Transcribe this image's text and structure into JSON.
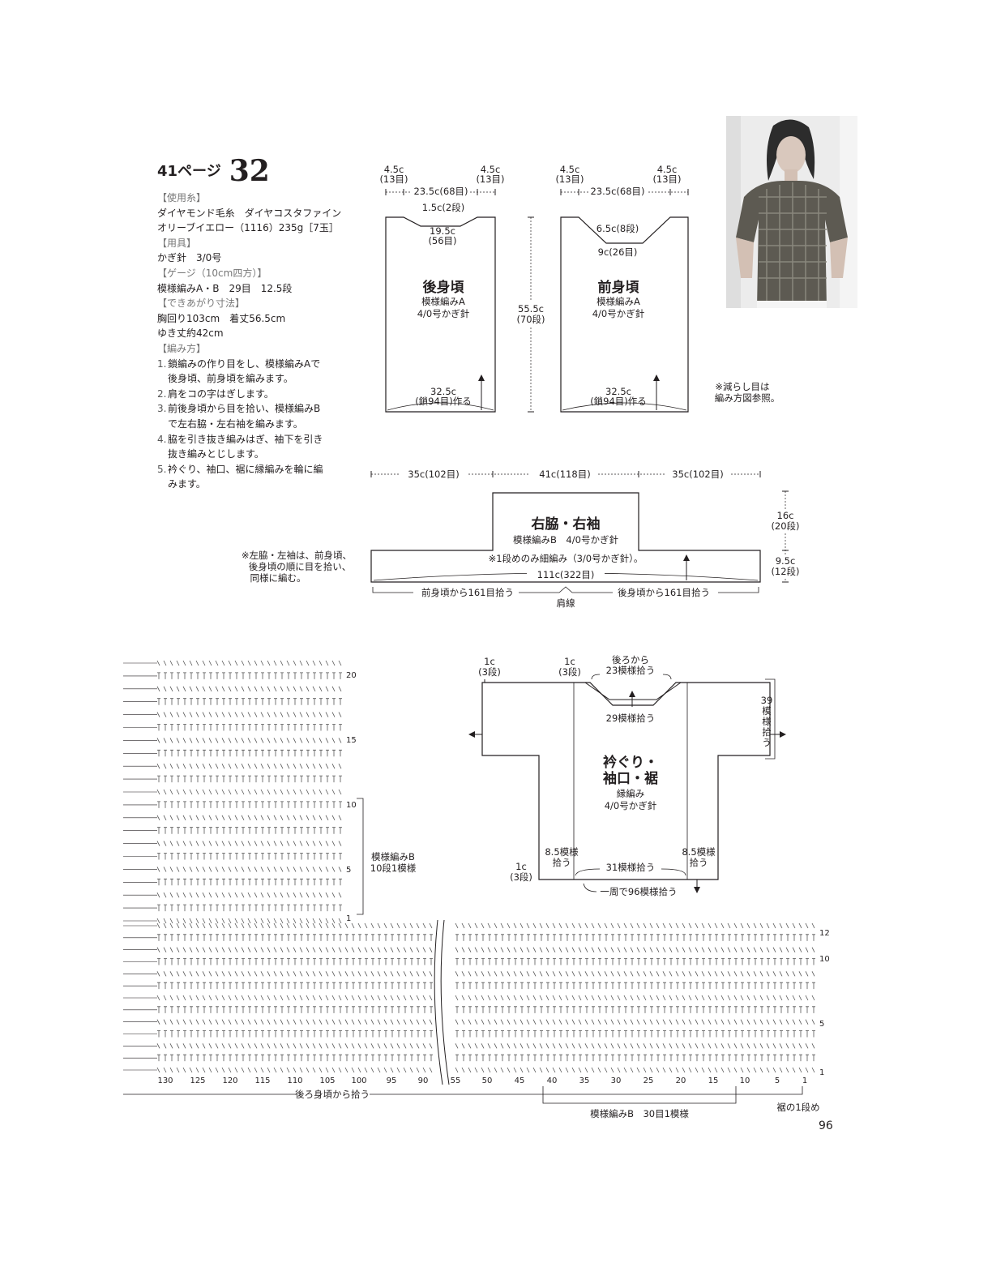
{
  "header": {
    "page_ref": "41ページ",
    "pattern_no": "32"
  },
  "info": {
    "yarn_h": "【使用糸】",
    "yarn_1": "ダイヤモンド毛糸　ダイヤコスタファイン",
    "yarn_2": "オリーブイエロー（1116）235g［7玉］",
    "tools_h": "【用具】",
    "tools_1": "かぎ針　3/0号",
    "gauge_h": "【ゲージ（10cm四方）】",
    "gauge_1": "模様編みA・B　29目　12.5段",
    "size_h": "【できあがり寸法】",
    "size_1": "胸回り103cm　着丈56.5cm",
    "size_2": "ゆき丈約42cm",
    "method_h": "【編み方】",
    "steps": [
      {
        "n": "1.",
        "l1": "鎖編みの作り目をし、模様編みAで",
        "l2": "後身頃、前身頃を編みます。"
      },
      {
        "n": "2.",
        "l1": "肩をコの字はぎします。",
        "l2": ""
      },
      {
        "n": "3.",
        "l1": "前後身頃から目を拾い、模様編みB",
        "l2": "で左右脇・左右袖を編みます。"
      },
      {
        "n": "4.",
        "l1": "脇を引き抜き編みはぎ、袖下を引き",
        "l2": "抜き編みとじします。"
      },
      {
        "n": "5.",
        "l1": "衿ぐり、袖口、裾に縁編みを輪に編",
        "l2": "みます。"
      }
    ]
  },
  "back": {
    "shoulder_l": "4.5c",
    "shoulder_l_st": "(13目)",
    "shoulder_r": "4.5c",
    "shoulder_r_st": "(13目)",
    "neck_w": "23.5c(68目)",
    "neck_d": "1.5c(2段)",
    "neck_b": "19.5c",
    "neck_b_st": "(56目)",
    "title": "後身頃",
    "pattern": "模様編みA",
    "hook": "4/0号かぎ針",
    "hem": "32.5c",
    "hem_st": "(鎖94目)作る",
    "length": "55.5c",
    "length_r": "(70段)"
  },
  "front": {
    "shoulder_l": "4.5c",
    "shoulder_l_st": "(13目)",
    "shoulder_r": "4.5c",
    "shoulder_r_st": "(13目)",
    "neck_w": "23.5c(68目)",
    "neck_d": "6.5c(8段)",
    "neck_b": "9c(26目)",
    "title": "前身頃",
    "pattern": "模様編みA",
    "hook": "4/0号かぎ針",
    "hem": "32.5c",
    "hem_st": "(鎖94目)作る"
  },
  "note_dec_1": "※減らし目は",
  "note_dec_2": "編み方図参照。",
  "sleeve": {
    "w1": "35c(102目)",
    "w2": "41c(118目)",
    "w3": "35c(102目)",
    "title": "右脇・右袖",
    "pattern": "模様編みB　4/0号かぎ針",
    "note": "※1段めのみ細編み（3/0号かぎ針）。",
    "base": "111c(322目)",
    "h1": "16c",
    "h1_r": "(20段)",
    "h2": "9.5c",
    "h2_r": "(12段)",
    "pick_front": "前身頃から161目拾う",
    "pick_back": "後身頃から161目拾う",
    "shoulder_line": "肩線"
  },
  "note_left_1": "※左脇・左袖は、前身頃、",
  "note_left_2": "後身頃の順に目を拾い、",
  "note_left_3": "同様に編む。",
  "edging": {
    "cuff_l": "1c",
    "cuff_l_r": "(3段)",
    "neck_l": "1c",
    "neck_l_r": "(3段)",
    "neck_back_1": "後ろから",
    "neck_back_2": "23模様拾う",
    "neck_front": "29模様拾う",
    "sleeve_r_1": "39",
    "sleeve_r_2": "模",
    "sleeve_r_3": "様",
    "sleeve_r_4": "拾",
    "sleeve_r_5": "う",
    "title_1": "衿ぐり・",
    "title_2": "袖口・裾",
    "pattern": "縁編み",
    "hook": "4/0号かぎ針",
    "hem_l": "8.5模様",
    "hem_l_2": "拾う",
    "hem_r": "8.5模様",
    "hem_r_2": "拾う",
    "hem_c": "31模様拾う",
    "hem_total": "一周で96模様拾う",
    "hem_h": "1c",
    "hem_h_r": "(3段)"
  },
  "chart": {
    "upper_rows": [
      "20",
      "15",
      "10",
      "5",
      "1"
    ],
    "lower_rows": [
      "12",
      "10",
      "5",
      "1"
    ],
    "bracket": "模様編みB",
    "bracket_2": "10段1模様",
    "cols": [
      "130",
      "125",
      "120",
      "115",
      "110",
      "105",
      "100",
      "95",
      "90",
      "55",
      "50",
      "45",
      "40",
      "35",
      "30",
      "25",
      "20",
      "15",
      "10",
      "5",
      "1"
    ],
    "pick_back": "後ろ身頃から拾う",
    "repeat": "模様編みB　30目1模様",
    "hem_row": "裾の1段め"
  },
  "page_number": "96"
}
